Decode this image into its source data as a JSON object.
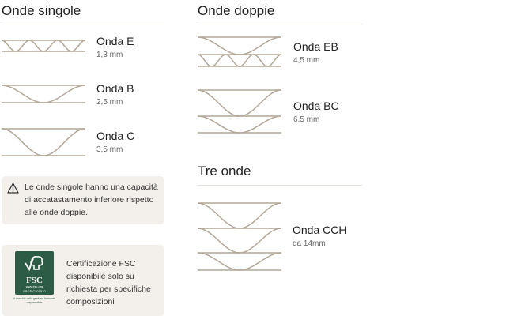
{
  "single": {
    "title": "Onde singole",
    "items": [
      {
        "name": "Onda E",
        "size": "1,3 mm"
      },
      {
        "name": "Onda B",
        "size": "2,5 mm"
      },
      {
        "name": "Onda C",
        "size": "3,5 mm"
      }
    ],
    "warning": {
      "icon": "warning-triangle-icon",
      "text": "Le onde singole hanno una capacità di accatastamento inferiore rispetto alle onde doppie."
    },
    "fsc": {
      "logo_text": "FSC",
      "logo_url": "www.fsc.org",
      "logo_code": "FSC® C201510",
      "logo_caption": "Il marchio della gestione forestale responsabile",
      "text": "Certificazione FSC disponibile solo su richiesta per specifiche composizioni"
    }
  },
  "double": {
    "title": "Onde doppie",
    "items": [
      {
        "name": "Onda EB",
        "size": "4,5 mm"
      },
      {
        "name": "Onda BC",
        "size": "6,5 mm"
      }
    ]
  },
  "triple": {
    "title": "Tre onde",
    "items": [
      {
        "name": "Onda CCH",
        "size": "da 14mm"
      }
    ]
  },
  "colors": {
    "wave": "#b3a797",
    "box": "#f3f0ec",
    "fsc_green": "#2d5c46"
  }
}
